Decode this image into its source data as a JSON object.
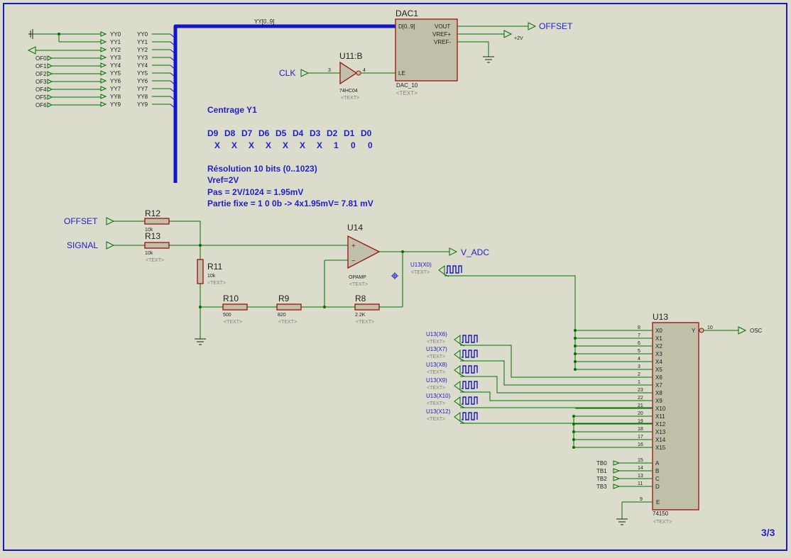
{
  "page": {
    "number": "3/3"
  },
  "notes": {
    "title": "Centrage  Y1",
    "bits_header": [
      "D9",
      "D8",
      "D7",
      "D6",
      "D5",
      "D4",
      "D3",
      "D2",
      "D1",
      "D0"
    ],
    "bits_values": [
      "X",
      "X",
      "X",
      "X",
      "X",
      "X",
      "X",
      "1",
      "0",
      "0"
    ],
    "line1": "Résolution 10 bits (0..1023)",
    "line2": "Vref=2V",
    "line3": "Pas = 2V/1024 = 1.95mV",
    "line4": "Partie fixe = 1 0 0b  -> 4x1.95mV= 7.81 mV"
  },
  "bus": {
    "label": "YY[0..9]"
  },
  "bus_inputs": {
    "left_labels": [
      "OF0",
      "OF1",
      "OF2",
      "OF3",
      "OF4",
      "OF5",
      "OF6"
    ],
    "mid_labels": [
      "YY0",
      "YY1",
      "YY2",
      "YY3",
      "YY4",
      "YY5",
      "YY6",
      "YY7",
      "YY8",
      "YY9"
    ],
    "right_labels": [
      "YY0",
      "YY1",
      "YY2",
      "YY3",
      "YY4",
      "YY5",
      "YY6",
      "YY7",
      "YY8",
      "YY9"
    ]
  },
  "dac": {
    "ref": "DAC1",
    "value": "DAC_10",
    "text": "<TEXT>",
    "pin_d": "D[0..9]",
    "pin_le": "LE",
    "pin_vout": "VOUT",
    "pin_vrefp": "VREF+",
    "pin_vrefm": "VREF-",
    "offset_label": "OFFSET",
    "vref_label": "+2V"
  },
  "inverter": {
    "ref": "U11:B",
    "value": "74HC04",
    "text": "<TEXT>",
    "pin_in": "3",
    "pin_out": "4",
    "clk_label": "CLK"
  },
  "resistors": [
    {
      "ref": "R12",
      "value": "10k"
    },
    {
      "ref": "R13",
      "value": "10k",
      "text": "<TEXT>"
    },
    {
      "ref": "R11",
      "value": "10k",
      "text": "<TEXT>"
    },
    {
      "ref": "R10",
      "value": "500",
      "text": "<TEXT>"
    },
    {
      "ref": "R9",
      "value": "820",
      "text": "<TEXT>"
    },
    {
      "ref": "R8",
      "value": "2.2K",
      "text": "<TEXT>"
    }
  ],
  "inputs": {
    "offset": "OFFSET",
    "signal": "SIGNAL"
  },
  "opamp": {
    "ref": "U14",
    "value": "OPAMP",
    "text": "<TEXT>",
    "plus": "+",
    "minus": "−",
    "output_label": "V_ADC"
  },
  "generators": [
    {
      "label": "U13(X0)",
      "text": "<TEXT>"
    },
    {
      "label": "U13(X6)",
      "text": "<TEXT>"
    },
    {
      "label": "U13(X7)",
      "text": "<TEXT>"
    },
    {
      "label": "U13(X8)",
      "text": "<TEXT>"
    },
    {
      "label": "U13(X9)",
      "text": "<TEXT>"
    },
    {
      "label": "U13(X10)",
      "text": "<TEXT>"
    },
    {
      "label": "U13(X12)",
      "text": "<TEXT>"
    }
  ],
  "mux": {
    "ref": "U13",
    "value": "74150",
    "text": "<TEXT>",
    "out_pin_name": "Y",
    "out_pin_num": "10",
    "out_label": "OSC",
    "x_pins": [
      {
        "name": "X0",
        "num": "8"
      },
      {
        "name": "X1",
        "num": "7"
      },
      {
        "name": "X2",
        "num": "6"
      },
      {
        "name": "X3",
        "num": "5"
      },
      {
        "name": "X4",
        "num": "4"
      },
      {
        "name": "X5",
        "num": "3"
      },
      {
        "name": "X6",
        "num": "2"
      },
      {
        "name": "X7",
        "num": "1"
      },
      {
        "name": "X8",
        "num": "23"
      },
      {
        "name": "X9",
        "num": "22"
      },
      {
        "name": "X10",
        "num": "21"
      },
      {
        "name": "X11",
        "num": "20"
      },
      {
        "name": "X12",
        "num": "19"
      },
      {
        "name": "X13",
        "num": "18"
      },
      {
        "name": "X14",
        "num": "17"
      },
      {
        "name": "X15",
        "num": "16"
      }
    ],
    "sel_pins": [
      {
        "name": "A",
        "num": "15",
        "label": "TB0"
      },
      {
        "name": "B",
        "num": "14",
        "label": "TB1"
      },
      {
        "name": "C",
        "num": "13",
        "label": "TB2"
      },
      {
        "name": "D",
        "num": "11",
        "label": "TB3"
      }
    ],
    "enable": {
      "name": "E",
      "num": "9"
    }
  }
}
